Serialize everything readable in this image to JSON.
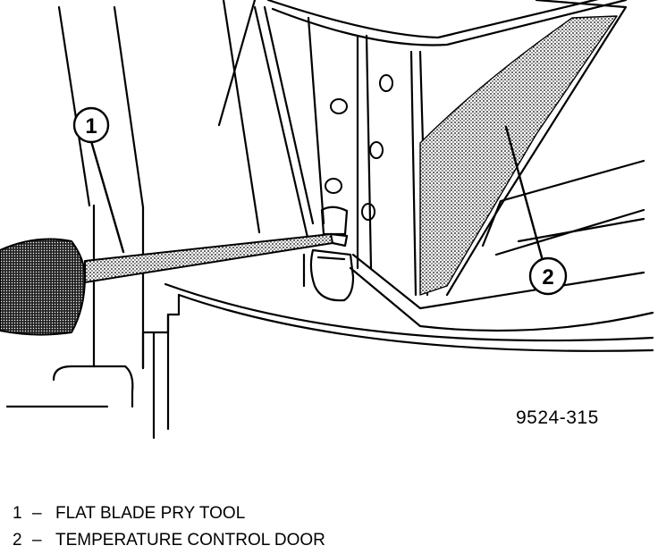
{
  "figure": {
    "id": "9524-315",
    "callouts": [
      {
        "number": "1",
        "target": "flat-blade-pry-tool"
      },
      {
        "number": "2",
        "target": "temperature-control-door"
      }
    ]
  },
  "legend": [
    {
      "number": "1",
      "separator": "–",
      "label": "FLAT BLADE PRY TOOL"
    },
    {
      "number": "2",
      "separator": "–",
      "label": "TEMPERATURE CONTROL DOOR"
    }
  ]
}
